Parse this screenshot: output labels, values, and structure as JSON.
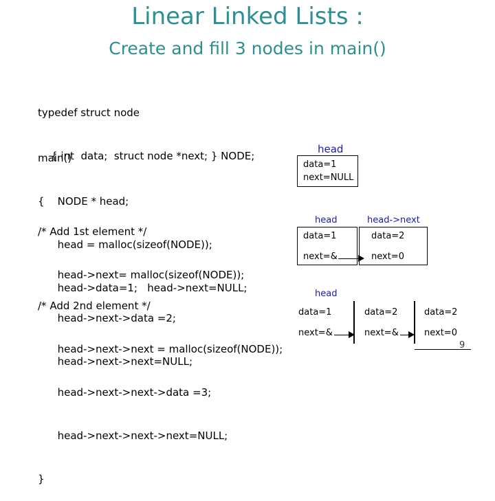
{
  "slide": {
    "title": "Linear Linked Lists :",
    "subtitle": "Create and fill 3 nodes in main()",
    "page_number": "9"
  },
  "code": {
    "typedef": [
      "typedef struct node",
      "    { int  data;  struct node *next; } NODE;"
    ],
    "main": [
      "main()",
      "{    NODE * head;",
      "      head = malloc(sizeof(NODE));",
      "      head->data=1;   head->next=NULL;"
    ],
    "first": [
      "/* Add 1st element */",
      "      head->next= malloc(sizeof(NODE));",
      "      head->next->data =2;",
      "      head->next->next=NULL;"
    ],
    "second": [
      "/* Add 2nd element */",
      "      head->next->next = malloc(sizeof(NODE));",
      "      head->next->next->data =3;",
      "      head->next->next->next=NULL;",
      "}"
    ]
  },
  "diagram1": {
    "label": "head",
    "data": "data=1",
    "next": "next=NULL"
  },
  "diagram2": {
    "label1": "head",
    "label2": "head->next",
    "node1": {
      "data": "data=1",
      "next": "next=&"
    },
    "node2": {
      "data": "data=2",
      "next": "next=0"
    }
  },
  "diagram3": {
    "label": "head",
    "node1": {
      "data": "data=1",
      "next": "next=&"
    },
    "node2": {
      "data": "data=2",
      "next": "next=&"
    },
    "node3": {
      "data": "data=2",
      "next": "next=0"
    }
  }
}
